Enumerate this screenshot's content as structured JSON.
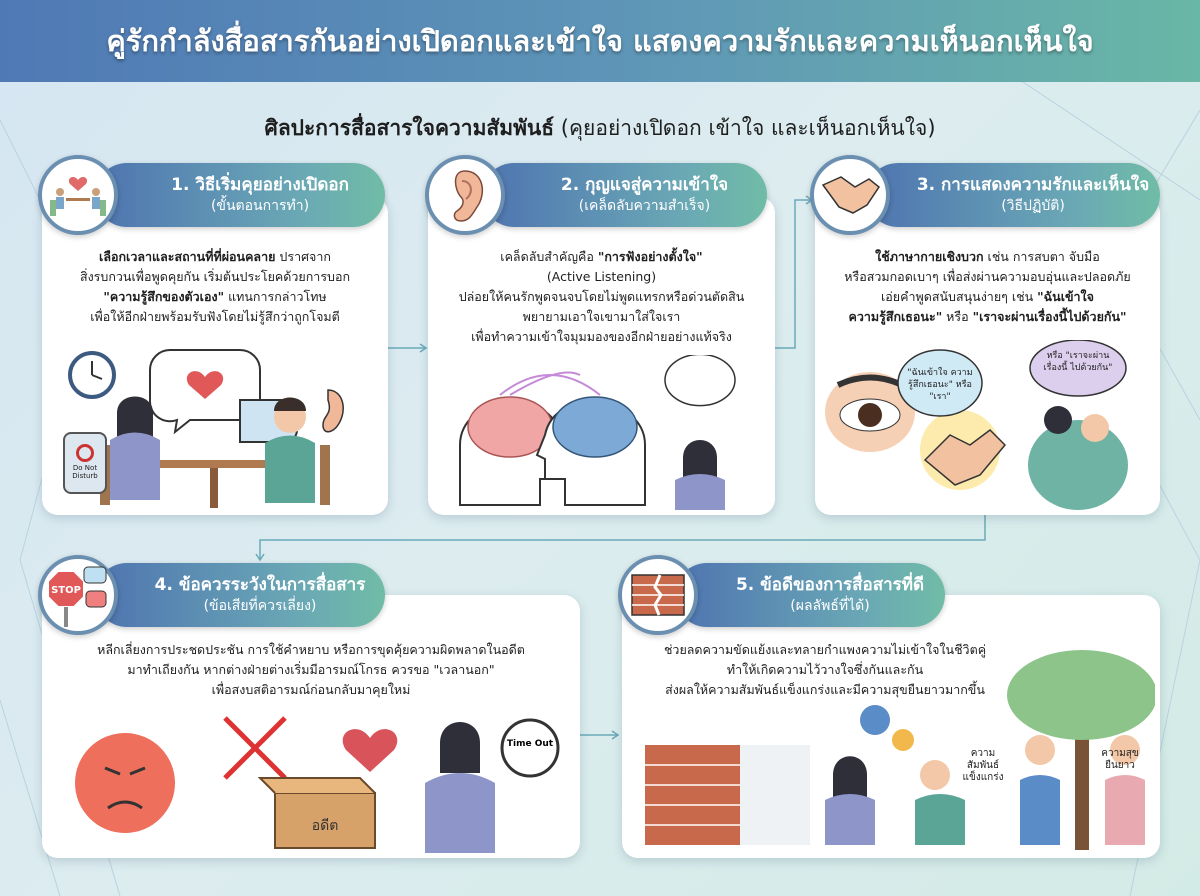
{
  "header": {
    "title": "คู่รักกำลังสื่อสารกันอย่างเปิดอกและเข้าใจ แสดงความรักและความเห็นอกเห็นใจ"
  },
  "subtitle": {
    "bold": "ศิลปะการสื่อสารใจความสัมพันธ์",
    "rest": " (คุยอย่างเปิดอก เข้าใจ และเห็นอกเห็นใจ)"
  },
  "colors": {
    "header_start": "#4f79b5",
    "header_end": "#69b7a6",
    "badge_border": "#6b8fb0",
    "arrow": "#6aa9b8"
  },
  "cards": [
    {
      "title": "1. วิธีเริ่มคุยอย่างเปิดอก",
      "subtitle": "(ขั้นตอนการทำ)",
      "icon": "couple-at-table-icon",
      "lines": [
        "เลือกเวลาและสถานที่ที่ผ่อนคลาย ปราศจาก",
        "สิ่งรบกวนเพื่อพูดคุยกัน เริ่มต้นประโยคด้วยการบอก",
        "\"ความรู้สึกของตัวเอง\" แทนการกล่าวโทษ",
        "เพื่อให้อีกฝ่ายพร้อมรับฟังโดยไม่รู้สึกว่าถูกโจมตี"
      ],
      "bold": [
        "เลือกเวลาและสถานที่ที่ผ่อนคลาย",
        "\"ความรู้สึกของตัวเอง\""
      ],
      "sign_text": "Do Not Disturb"
    },
    {
      "title": "2. กุญแจสู่ความเข้าใจ",
      "subtitle": "(เคล็ดลับความสำเร็จ)",
      "icon": "ear-icon",
      "lines": [
        "เคล็ดลับสำคัญคือ \"การฟังอย่างตั้งใจ\"",
        "(Active Listening)",
        "ปล่อยให้คนรักพูดจนจบโดยไม่พูดแทรกหรือด่วนตัดสิน",
        "พยายามเอาใจเขามาใส่ใจเรา",
        "เพื่อทำความเข้าใจมุมมองของอีกฝ่ายอย่างแท้จริง"
      ]
    },
    {
      "title": "3. การแสดงความรักและเห็นใจ",
      "subtitle": "(วิธีปฏิบัติ)",
      "icon": "handshake-icon",
      "lines": [
        "ใช้ภาษากายเชิงบวก เช่น การสบตา จับมือ",
        "หรือสวมกอดเบาๆ เพื่อส่งผ่านความอบอุ่นและปลอดภัย",
        "เอ่ยคำพูดสนับสนุนง่ายๆ เช่น \"ฉันเข้าใจ",
        "ความรู้สึกเธอนะ\" หรือ \"เราจะผ่านเรื่องนี้ไปด้วยกัน\""
      ],
      "bubble1": "\"ฉันเข้าใจ ความรู้สึกเธอนะ\" หรือ \"เรา\"",
      "bubble2": "หรือ \"เราจะผ่านเรื่องนี้ ไปด้วยกัน\""
    },
    {
      "title": "4. ข้อควรระวังในการสื่อสาร",
      "subtitle": "(ข้อเสียที่ควรเลี่ยง)",
      "icon": "stop-sign-icon",
      "lines": [
        "หลีกเลี่ยงการประชดประชัน การใช้คำหยาบ หรือการขุดคุ้ยความผิดพลาดในอดีต",
        "มาทำเถียงกัน หากต่างฝ่ายต่างเริ่มมีอารมณ์โกรธ ควรขอ \"เวลานอก\"",
        "เพื่อสงบสติอารมณ์ก่อนกลับมาคุยใหม่"
      ],
      "stop_text": "STOP",
      "box_text": "อดีต",
      "timer_text": "Time Out"
    },
    {
      "title": "5. ข้อดีของการสื่อสารที่ดี",
      "subtitle": "(ผลลัพธ์ที่ได้)",
      "icon": "cracked-wall-icon",
      "lines": [
        "ช่วยลดความขัดแย้งและทลายกำแพงความไม่เข้าใจในชีวิตคู่",
        "ทำให้เกิดความไว้วางใจซึ่งกันและกัน",
        "ส่งผลให้ความสัมพันธ์แข็งแกร่งและมีความสุขยืนยาวมากขึ้น"
      ],
      "tree_left": "ความสัมพันธ์ แข็งแกร่ง",
      "tree_right": "ความสุข ยืนยาว"
    }
  ]
}
